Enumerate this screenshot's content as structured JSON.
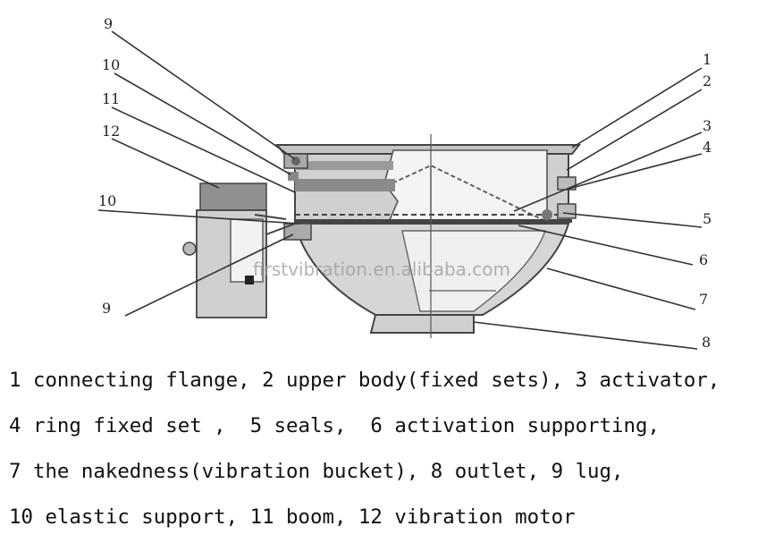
{
  "callouts": {
    "c1": "1",
    "c2": "2",
    "c3": "3",
    "c4": "4",
    "c5": "5",
    "c6": "6",
    "c7": "7",
    "c8": "8",
    "c9_top": "9",
    "c9_bottom": "9",
    "c10_top": "10",
    "c10_mid": "10",
    "c11": "11",
    "c12": "12"
  },
  "watermark": "firstvibration.en.alibaba.com",
  "legend": {
    "line1": "1 connecting flange, 2 upper body(fixed sets), 3 activator,",
    "line2": "4 ring fixed set ,  5 seals,  6 activation supporting,",
    "line3": "7 the nakedness(vibration bucket), 8 outlet, 9 lug,",
    "line4": "10 elastic support, 11 boom, 12 vibration motor"
  }
}
